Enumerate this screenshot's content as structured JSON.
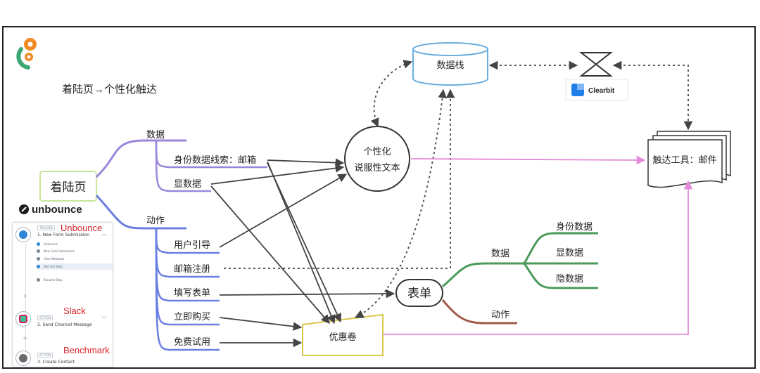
{
  "title": "着陆页→个性化触达",
  "center_node": "着陆页",
  "unbounce_logo_text": "unbounce",
  "branches": {
    "data": {
      "label": "数据",
      "items": [
        "身份数据线索：邮箱",
        "显数据"
      ]
    },
    "action": {
      "label": "动作",
      "items": [
        "用户引导",
        "邮箱注册",
        "填写表单",
        "立即购买",
        "免费试用"
      ]
    }
  },
  "personalization": {
    "title": "个性化",
    "subtitle": "说服性文本"
  },
  "data_stack": "数据栈",
  "clearbit": "Clearbit",
  "reach_tool": "触达工具：邮件",
  "form_node": "表单",
  "form_branches": {
    "data": {
      "label": "数据",
      "items": [
        "身份数据",
        "显数据",
        "隐数据"
      ]
    },
    "action": {
      "label": "动作"
    }
  },
  "coupon": "优惠卷",
  "zapier": {
    "step1": {
      "tag": "TRIGGER",
      "app": "Unbounce",
      "name": "1. New Form Submission",
      "subs": [
        "Unbounce",
        "New Form Submission",
        "View Webhook",
        "Test this Step",
        "Rename Step"
      ]
    },
    "step2": {
      "tag": "ACTION",
      "app": "Slack",
      "name": "2. Send Channel Message"
    },
    "step3": {
      "tag": "ACTION",
      "app": "Benchmark",
      "name": "3. Create Contact"
    }
  },
  "colors": {
    "purple": "#9b86dc",
    "blue": "#6a7fe0",
    "green": "#4a9a5a",
    "brown": "#a05a4a",
    "pink": "#e58ad8",
    "yellow": "#d9c84a",
    "light_green": "#c8e49a",
    "logo_orange": "#f08a24",
    "logo_green": "#3aa775"
  }
}
